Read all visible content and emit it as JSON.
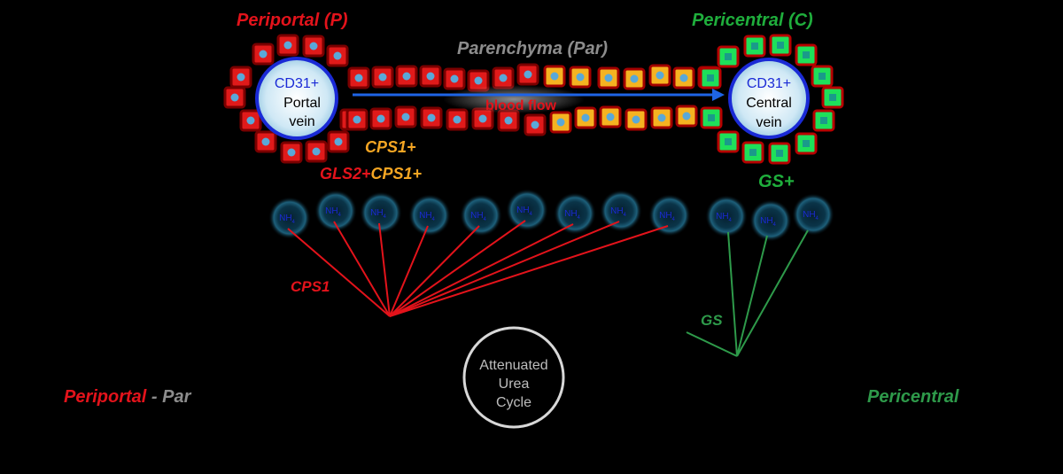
{
  "labels": {
    "periportal_title": "Periportal (P)",
    "pericentral_title": "Pericentral (C)",
    "parenchyma_title": "Parenchyma (Par)",
    "cd31_left": "CD31+",
    "cd31_right": "CD31+",
    "portal_vein_line1": "Portal",
    "portal_vein_line2": "vein",
    "central_vein_line1": "Central",
    "central_vein_line2": "vein",
    "blood_flow": "blood flow",
    "cps1_plus": "CPS1+",
    "gls2_plus": "GLS2+",
    "cps1_plus_2": "CPS1+",
    "gs_plus": "GS+",
    "nh4": "NH",
    "nh4_sub": "4",
    "cps1_enzyme": "CPS1",
    "gs_enzyme": "GS",
    "urea_line1": "Attenuated",
    "urea_line2": "Urea",
    "urea_line3": "Cycle",
    "bottom_left_periportal": "Periportal",
    "bottom_left_dash": " - ",
    "bottom_left_par": "Par",
    "bottom_right": "Pericentral"
  },
  "colors": {
    "background": "#000000",
    "periportal": "#e3131b",
    "pericentral": "#1fae3c",
    "parenchyma": "#8c8c8c",
    "cps1_zone": "#f5a623",
    "vein_outline": "#1a2ad6",
    "flow_arrow": "#1e64e6",
    "enzyme_gs_line": "#2e9a4a"
  }
}
